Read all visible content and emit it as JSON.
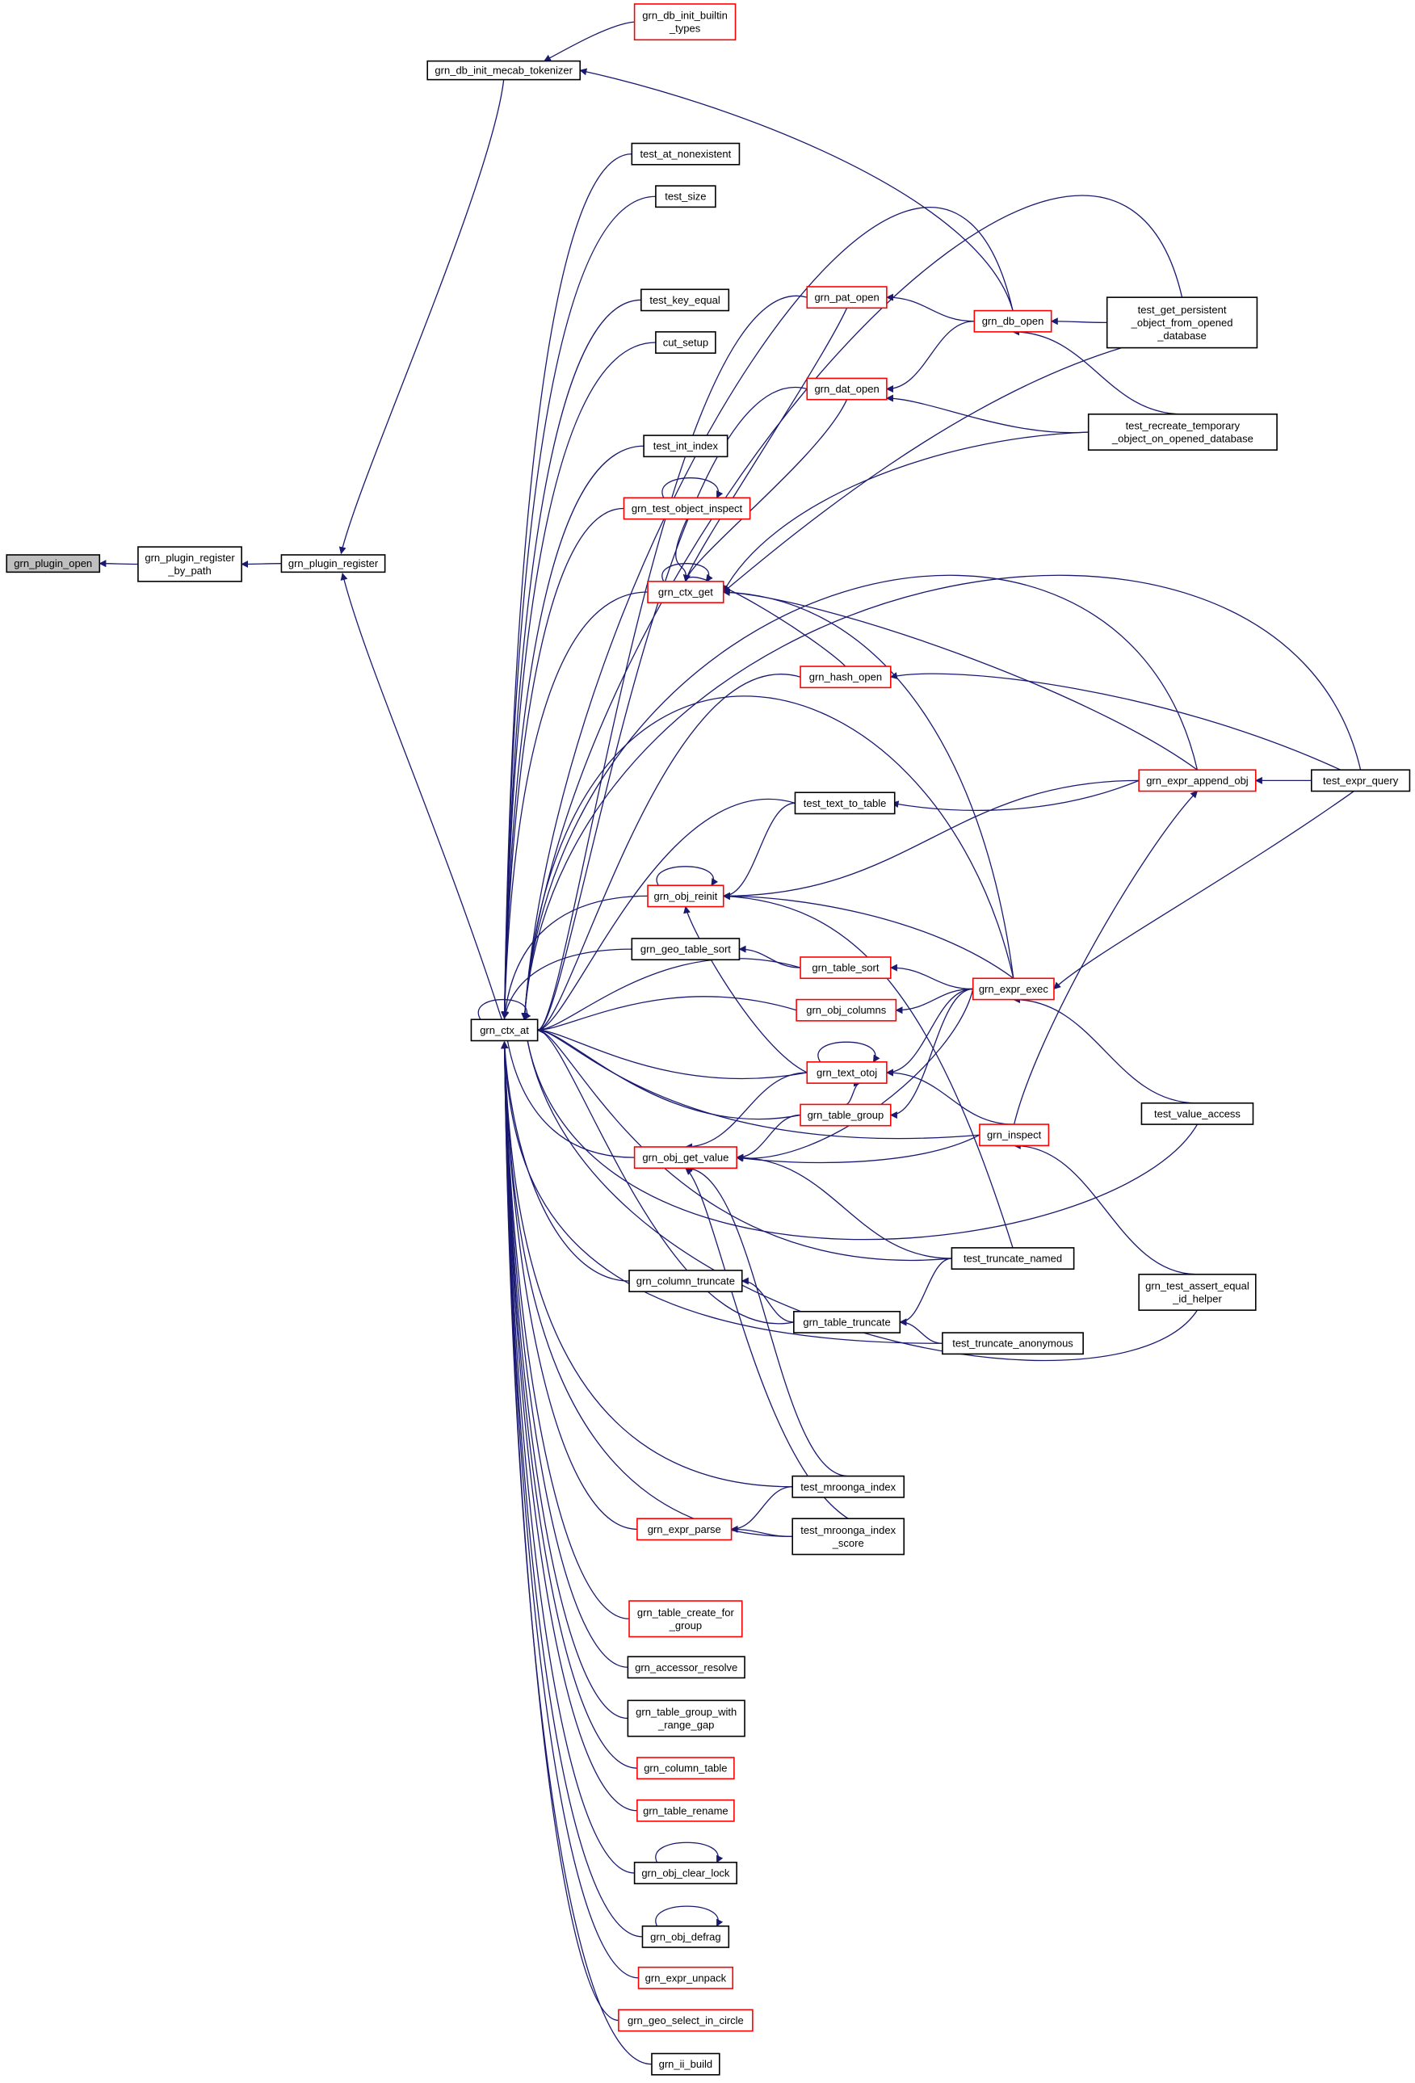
{
  "colors": {
    "edge": "#191970",
    "red_border": "#ff0000",
    "gray_fill": "#bfbfbf"
  },
  "nodes": {
    "grn_plugin_open": [
      "grn_plugin_open"
    ],
    "grn_plugin_register_by_path": [
      "grn_plugin_register",
      "_by_path"
    ],
    "grn_plugin_register": [
      "grn_plugin_register"
    ],
    "grn_db_init_mecab_tokenizer": [
      "grn_db_init_mecab_tokenizer"
    ],
    "grn_db_init_builtin_types": [
      "grn_db_init_builtin",
      "_types"
    ],
    "grn_ctx_at": [
      "grn_ctx_at"
    ],
    "test_at_nonexistent": [
      "test_at_nonexistent"
    ],
    "test_size": [
      "test_size"
    ],
    "grn_pat_open": [
      "grn_pat_open"
    ],
    "test_key_equal": [
      "test_key_equal"
    ],
    "cut_setup": [
      "cut_setup"
    ],
    "grn_dat_open": [
      "grn_dat_open"
    ],
    "test_int_index": [
      "test_int_index"
    ],
    "grn_test_object_inspect": [
      "grn_test_object_inspect"
    ],
    "grn_ctx_get": [
      "grn_ctx_get"
    ],
    "grn_hash_open": [
      "grn_hash_open"
    ],
    "test_text_to_table": [
      "test_text_to_table"
    ],
    "grn_obj_reinit": [
      "grn_obj_reinit"
    ],
    "grn_geo_table_sort": [
      "grn_geo_table_sort"
    ],
    "grn_table_sort": [
      "grn_table_sort"
    ],
    "grn_obj_columns": [
      "grn_obj_columns"
    ],
    "grn_text_otoj": [
      "grn_text_otoj"
    ],
    "grn_table_group": [
      "grn_table_group"
    ],
    "grn_obj_get_value": [
      "grn_obj_get_value"
    ],
    "grn_column_truncate": [
      "grn_column_truncate"
    ],
    "grn_table_truncate": [
      "grn_table_truncate"
    ],
    "grn_expr_parse": [
      "grn_expr_parse"
    ],
    "test_mroonga_index": [
      "test_mroonga_index"
    ],
    "test_mroonga_index_score": [
      "test_mroonga_index",
      "_score"
    ],
    "grn_table_create_for_group": [
      "grn_table_create_for",
      "_group"
    ],
    "grn_accessor_resolve": [
      "grn_accessor_resolve"
    ],
    "grn_table_group_with_range_gap": [
      "grn_table_group_with",
      "_range_gap"
    ],
    "grn_column_table": [
      "grn_column_table"
    ],
    "grn_table_rename": [
      "grn_table_rename"
    ],
    "grn_obj_clear_lock": [
      "grn_obj_clear_lock"
    ],
    "grn_obj_defrag": [
      "grn_obj_defrag"
    ],
    "grn_expr_unpack": [
      "grn_expr_unpack"
    ],
    "grn_geo_select_in_circle": [
      "grn_geo_select_in_circle"
    ],
    "grn_ii_build": [
      "grn_ii_build"
    ],
    "grn_db_open": [
      "grn_db_open"
    ],
    "test_get_persistent_object_from_opened_database": [
      "test_get_persistent",
      "_object_from_opened",
      "_database"
    ],
    "test_recreate_temporary_object_on_opened_database": [
      "test_recreate_temporary",
      "_object_on_opened_database"
    ],
    "grn_expr_append_obj": [
      "grn_expr_append_obj"
    ],
    "test_expr_query": [
      "test_expr_query"
    ],
    "grn_expr_exec": [
      "grn_expr_exec"
    ],
    "test_value_access": [
      "test_value_access"
    ],
    "grn_inspect": [
      "grn_inspect"
    ],
    "test_truncate_named": [
      "test_truncate_named"
    ],
    "grn_test_assert_equal_id_helper": [
      "grn_test_assert_equal",
      "_id_helper"
    ],
    "test_truncate_anonymous": [
      "test_truncate_anonymous"
    ]
  }
}
